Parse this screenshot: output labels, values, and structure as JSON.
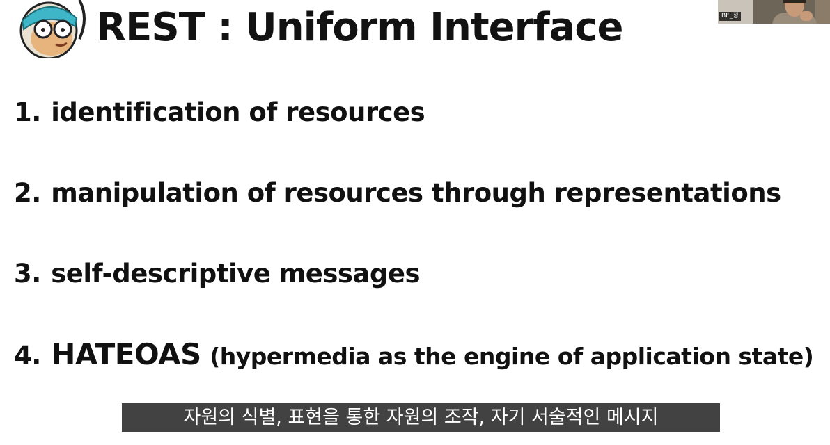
{
  "slide": {
    "title": "REST : Uniform Interface",
    "items": [
      {
        "num": "1.",
        "text": "identification of resources"
      },
      {
        "num": "2.",
        "text": "manipulation of resources through representations"
      },
      {
        "num": "3.",
        "text": "self-descriptive messages"
      },
      {
        "num": "4.",
        "acronym": "HATEOAS",
        "detail": "(hypermedia as the engine of application state)"
      }
    ]
  },
  "subtitle": "자원의 식별, 표현을 통한 자원의 조작, 자기 서술적인 메시지",
  "participant": {
    "name": "BE_정"
  },
  "colors": {
    "text": "#111111",
    "subtitle_bg": "#282828",
    "subtitle_text": "#ffffff",
    "background": "#ffffff"
  }
}
